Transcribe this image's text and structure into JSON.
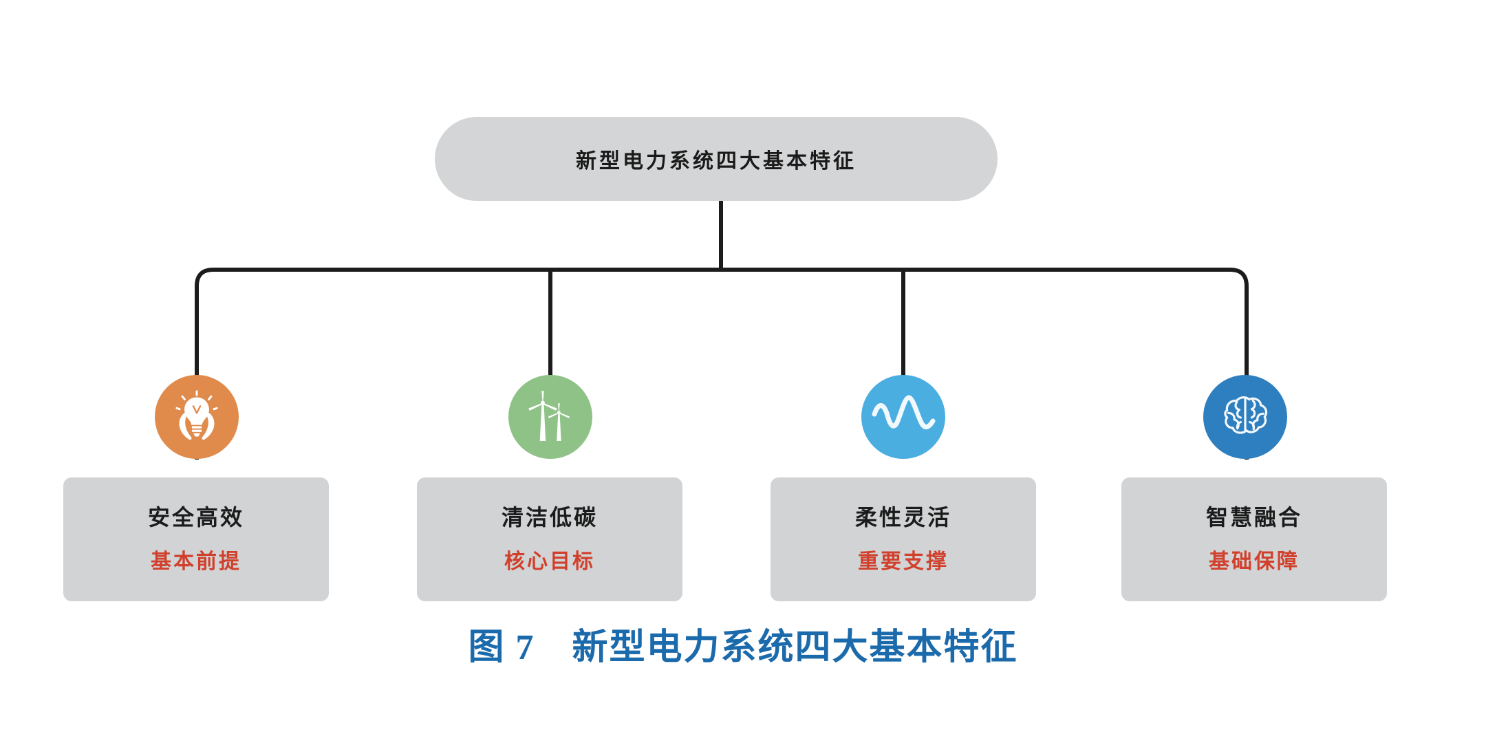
{
  "figure": {
    "caption": "图 7　新型电力系统四大基本特征",
    "caption_color": "#1b6aab",
    "background_color": "#ffffff"
  },
  "diagram": {
    "type": "org-tree",
    "root": {
      "label": "新型电力系统四大基本特征",
      "fill_color": "#d4d5d6",
      "text_color": "#1a1a1a"
    },
    "connector": {
      "color": "#1c1c1c",
      "style": "orthogonal-rounded"
    },
    "branches": [
      {
        "icon_name": "hands-holding-lightbulb-icon",
        "icon_color": "#e08b4c",
        "title": "安全高效",
        "subtitle": "基本前提",
        "subtitle_color": "#d1402c",
        "card_color": "#d1d3d4"
      },
      {
        "icon_name": "wind-turbines-icon",
        "icon_color": "#8fc287",
        "title": "清洁低碳",
        "subtitle": "核心目标",
        "subtitle_color": "#d1402c",
        "card_color": "#d1d3d4"
      },
      {
        "icon_name": "waveform-icon",
        "icon_color": "#4baee0",
        "title": "柔性灵活",
        "subtitle": "重要支撑",
        "subtitle_color": "#d1402c",
        "card_color": "#d1d3d4"
      },
      {
        "icon_name": "brain-icon",
        "icon_color": "#2e7fc0",
        "title": "智慧融合",
        "subtitle": "基础保障",
        "subtitle_color": "#d1402c",
        "card_color": "#d1d3d4"
      }
    ]
  }
}
